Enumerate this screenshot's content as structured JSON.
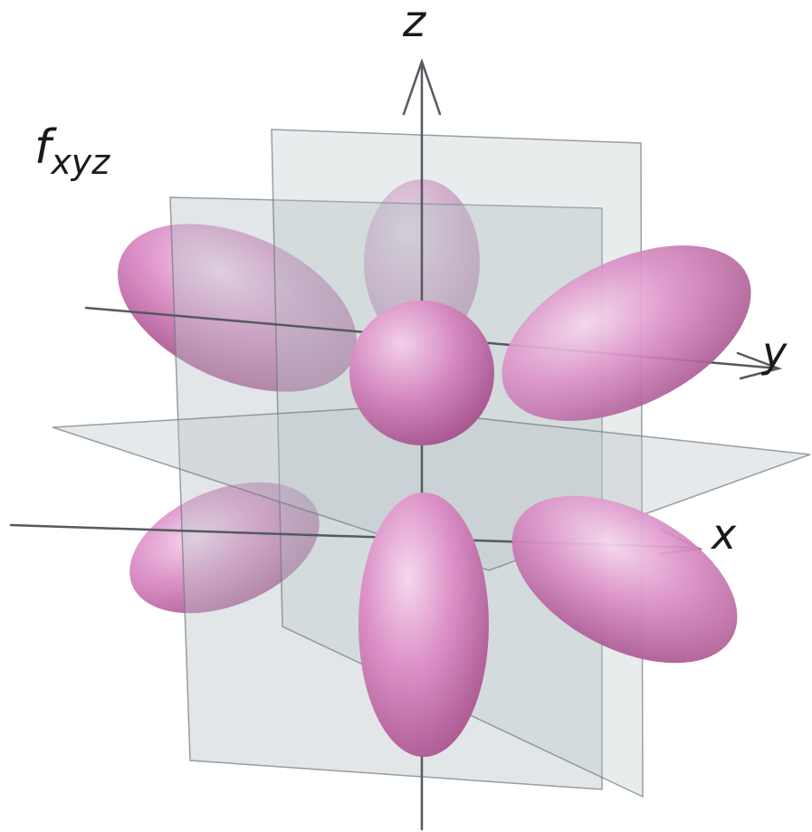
{
  "figure": {
    "orbital_symbol": "f",
    "orbital_subscript": "xyz",
    "axes": {
      "z": "z",
      "y": "y",
      "x": "x"
    }
  },
  "colors": {
    "lobe": "#d98cc4",
    "lobe_dark": "#a9578f",
    "lobe_light": "#f6d7ee",
    "plane_fill": "#b9c3c8",
    "plane_edge": "#6f7a80",
    "axis": "#555a5e"
  }
}
